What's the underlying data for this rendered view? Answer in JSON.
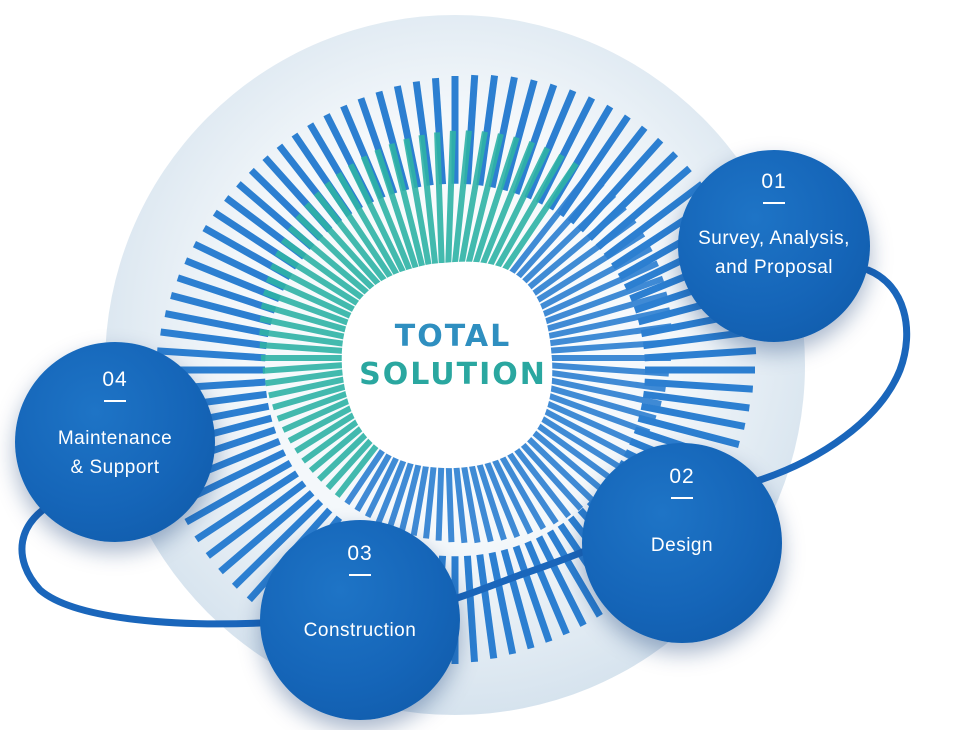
{
  "title": {
    "line1": "TOTAL",
    "line2": "SOLUTION"
  },
  "steps": [
    {
      "number": "01",
      "label_lines": [
        "Survey, Analysis,",
        "and Proposal"
      ]
    },
    {
      "number": "02",
      "label_lines": [
        "Design"
      ]
    },
    {
      "number": "03",
      "label_lines": [
        "Construction"
      ]
    },
    {
      "number": "04",
      "label_lines": [
        "Maintenance",
        "& Support"
      ]
    }
  ],
  "colors": {
    "node_blue": "#1565b8",
    "ring_blue": "#2c7fd1",
    "ring_teal": "#2fb3a6",
    "title_teal": "#2aa7a0",
    "orbit": "#1a66bb",
    "halo": "#dfe8f1"
  }
}
